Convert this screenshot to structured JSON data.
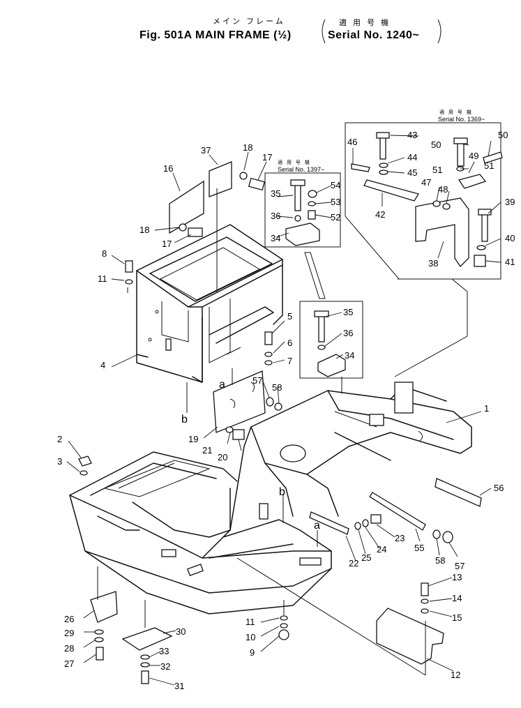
{
  "header": {
    "title_ja": "メイン  フレーム",
    "serial_ja": "適 用 号 機",
    "title": "Fig. 501A   MAIN FRAME (½)",
    "serial_range": "Serial No. 1240~"
  },
  "insets": {
    "serial_1397_ja": "適 用 号 機",
    "serial_1397": "Serial No. 1397~",
    "serial_1369_ja": "適 用 号 機",
    "serial_1369": "Serial No. 1369~"
  },
  "part_numbers": {
    "p1": "1",
    "p2": "2",
    "p3": "3",
    "p4": "4",
    "p5": "5",
    "p6": "6",
    "p7": "7",
    "p8": "8",
    "p9": "9",
    "p10": "10",
    "p11": "11",
    "p11b": "11",
    "p12": "12",
    "p13": "13",
    "p14": "14",
    "p15": "15",
    "p16": "16",
    "p17": "17",
    "p17b": "17",
    "p18": "18",
    "p18b": "18",
    "p19": "19",
    "p20": "20",
    "p21": "21",
    "p22": "22",
    "p23": "23",
    "p24": "24",
    "p25": "25",
    "p26": "26",
    "p27": "27",
    "p28": "28",
    "p29": "29",
    "p30": "30",
    "p31": "31",
    "p32": "32",
    "p33": "33",
    "p34": "34",
    "p34b": "34",
    "p35": "35",
    "p35b": "35",
    "p36": "36",
    "p36b": "36",
    "p37": "37",
    "p38": "38",
    "p39": "39",
    "p40": "40",
    "p41": "41",
    "p42": "42",
    "p43": "43",
    "p44": "44",
    "p45": "45",
    "p46": "46",
    "p47": "47",
    "p48": "48",
    "p49": "49",
    "p50": "50",
    "p50b": "50",
    "p51": "51",
    "p51b": "51",
    "p52": "52",
    "p53": "53",
    "p54": "54",
    "p55": "55",
    "p56": "56",
    "p57": "57",
    "p57b": "57",
    "p58": "58",
    "p58b": "58"
  },
  "connection_labels": {
    "a_top": "a",
    "b_top": "b",
    "a_bottom": "a",
    "b_bottom": "b"
  }
}
